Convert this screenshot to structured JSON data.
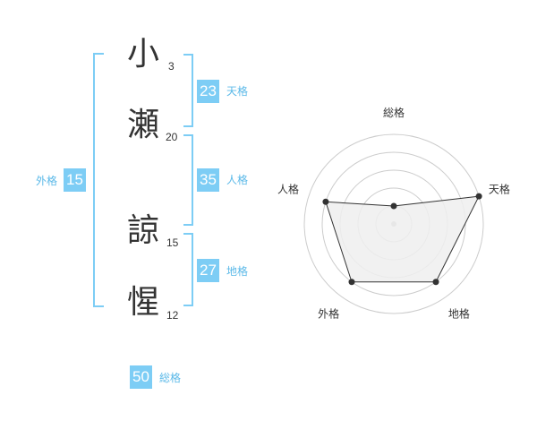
{
  "name": {
    "chars": [
      {
        "char": "小",
        "strokes": "3"
      },
      {
        "char": "瀬",
        "strokes": "20"
      },
      {
        "char": "諒",
        "strokes": "15"
      },
      {
        "char": "惺",
        "strokes": "12"
      }
    ]
  },
  "fortunes": {
    "tenkaku": {
      "value": "23",
      "label": "天格"
    },
    "jinkaku": {
      "value": "35",
      "label": "人格"
    },
    "chikaku": {
      "value": "27",
      "label": "地格"
    },
    "gaikaku": {
      "value": "15",
      "label": "外格"
    },
    "soukaku": {
      "value": "50",
      "label": "総格"
    }
  },
  "chart_data": {
    "type": "radar",
    "axes": [
      "総格",
      "天格",
      "地格",
      "外格",
      "人格"
    ],
    "values": [
      1,
      5,
      4,
      4,
      4
    ],
    "rmax": 5,
    "rings": 5,
    "colors": {
      "fill": "#eeeeee",
      "stroke": "#333333",
      "ring": "#cccccc",
      "center": "#bbbbbb"
    }
  }
}
